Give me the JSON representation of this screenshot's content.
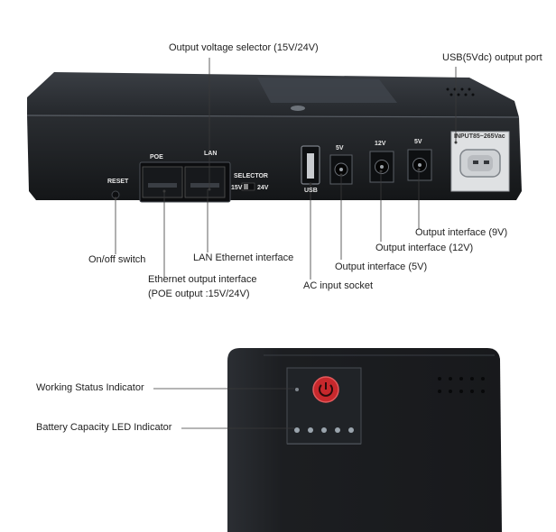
{
  "callouts": {
    "output_voltage_selector": "Output voltage selector (15V/24V)",
    "usb_output_port": "USB(5Vdc) output port",
    "on_off_switch": "On/off switch",
    "lan_ethernet_interface": "LAN Ethernet interface",
    "ethernet_output_line1": "Ethernet output interface",
    "ethernet_output_line2": "(POE output :15V/24V)",
    "ac_input_socket": "AC input socket",
    "output_5v": "Output interface (5V)",
    "output_12v": "Output interface (12V)",
    "output_9v": "Output interface (9V)",
    "working_status": "Working Status Indicator",
    "battery_capacity": "Battery Capacity LED Indicator"
  },
  "device_markings": {
    "reset": "RESET",
    "poe": "POE",
    "lan": "LAN",
    "selector": "SELECTOR",
    "sel_15v": "15V",
    "sel_24v": "24V",
    "usb": "USB",
    "port_5v": "5V",
    "port_12v": "12V",
    "port_9v": "5V",
    "input_rating": "INPUT85~265Vac"
  },
  "colors": {
    "device_body": "#1f2226",
    "power_button": "#c8282c",
    "led": "#9aa4ad"
  },
  "battery_leds_lit": 5
}
